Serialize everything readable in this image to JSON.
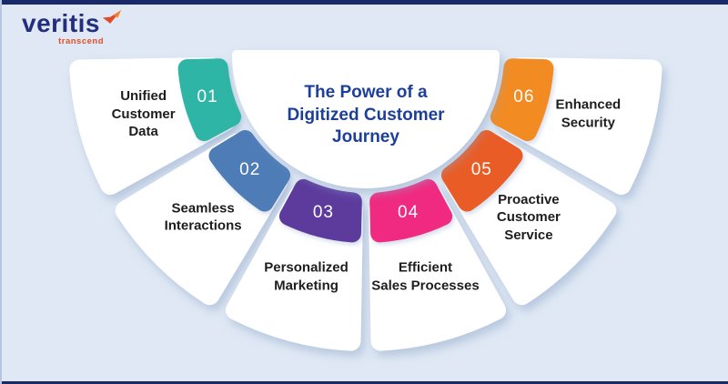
{
  "brand": {
    "name": "veritis",
    "tagline": "transcend",
    "logo_color": "#232e7d",
    "tagline_color": "#e44d26",
    "mark_icon": "bird-swoosh",
    "mark_color_main": "#e1492c",
    "mark_color_accent": "#f5831f"
  },
  "frame": {
    "background": "#dfe8f4",
    "border_color": "#182868",
    "card_color": "#ffffff",
    "shadow_color": "#8ea6c9"
  },
  "center": {
    "title": "The Power of a Digitized Customer Journey",
    "title_lines": [
      "The Power of a",
      "Digitized Customer",
      "Journey"
    ],
    "title_color": "#1c3f9a"
  },
  "palette": {
    "label_color": "#1d1d1f",
    "number_color": "#ffffff"
  },
  "segments": [
    {
      "number": "01",
      "label": "Unified Customer Data",
      "label_lines": [
        "Unified",
        "Customer",
        "Data"
      ],
      "color": "#2eb5a5"
    },
    {
      "number": "02",
      "label": "Seamless Interactions",
      "label_lines": [
        "Seamless",
        "Interactions"
      ],
      "color": "#4e7cb7"
    },
    {
      "number": "03",
      "label": "Personalized Marketing",
      "label_lines": [
        "Personalized",
        "Marketing"
      ],
      "color": "#5c3a9d"
    },
    {
      "number": "04",
      "label": "Efficient Sales Processes",
      "label_lines": [
        "Efficient",
        "Sales Processes"
      ],
      "color": "#f02b80"
    },
    {
      "number": "05",
      "label": "Proactive Customer Service",
      "label_lines": [
        "Proactive",
        "Customer",
        "Service"
      ],
      "color": "#e95b25"
    },
    {
      "number": "06",
      "label": "Enhanced Security",
      "label_lines": [
        "Enhanced",
        "Security"
      ],
      "color": "#f28b21"
    }
  ]
}
